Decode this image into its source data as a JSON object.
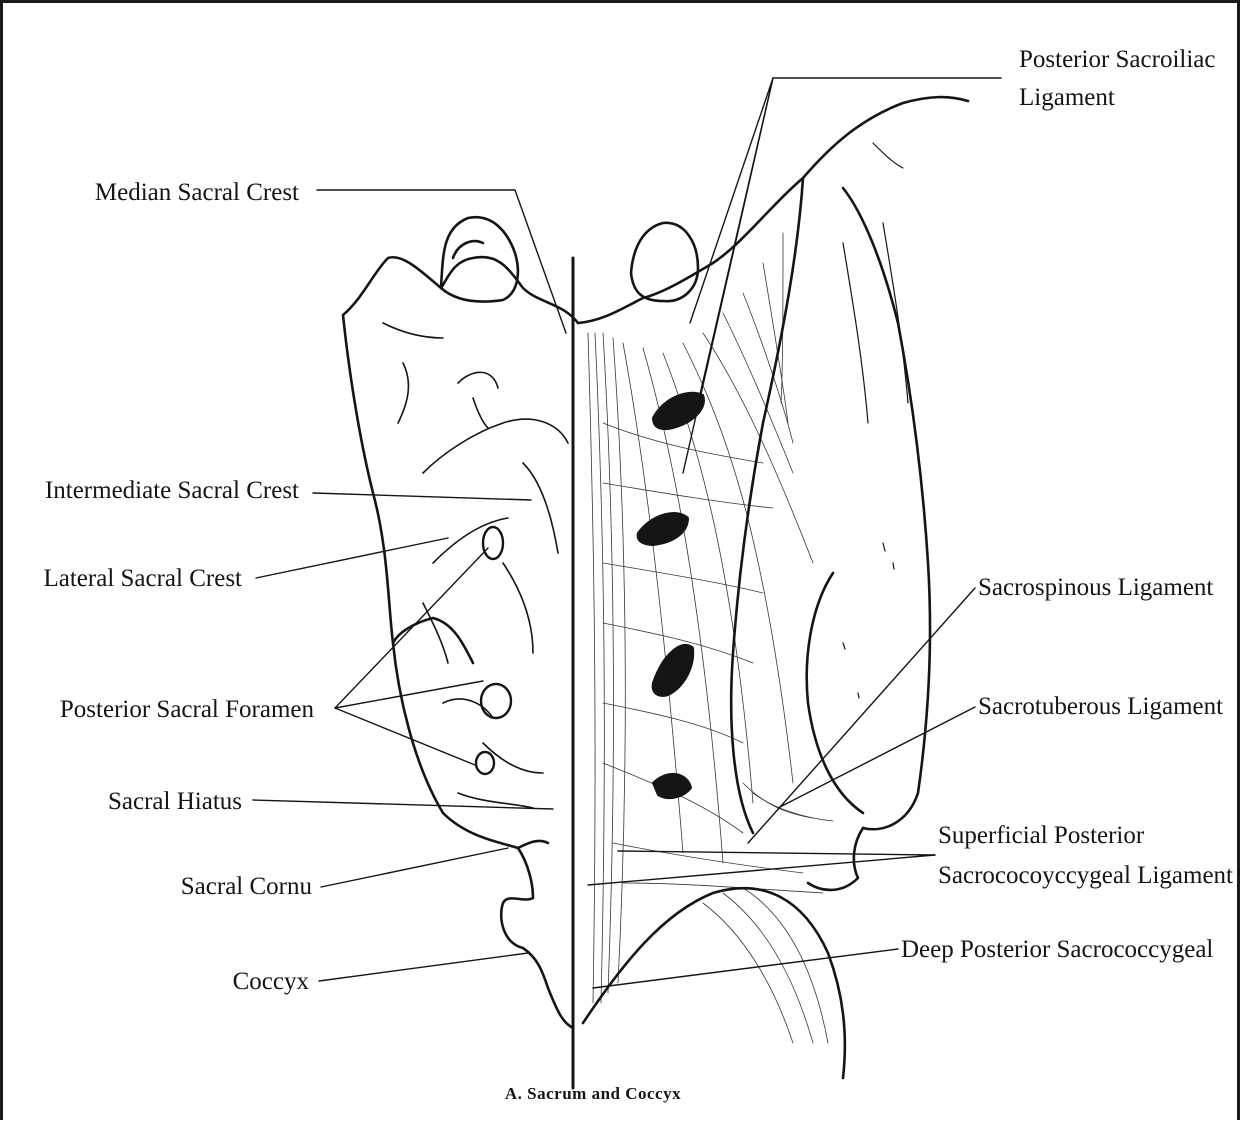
{
  "labels": {
    "posterior_sacroiliac_line1": "Posterior Sacroiliac",
    "posterior_sacroiliac_line2": "Ligament",
    "median_sacral_crest": "Median Sacral Crest",
    "intermediate_sacral_crest": "Intermediate Sacral Crest",
    "lateral_sacral_crest": "Lateral Sacral Crest",
    "posterior_sacral_foramen": "Posterior Sacral Foramen",
    "sacral_hiatus": "Sacral Hiatus",
    "sacral_cornu": "Sacral Cornu",
    "coccyx": "Coccyx",
    "sacrospinous_ligament": "Sacrospinous Ligament",
    "sacrotuberous_ligament": "Sacrotuberous Ligament",
    "superficial_line1": "Superficial Posterior",
    "superficial_line2": "Sacrococoyccygeal Ligament",
    "deep_posterior": "Deep Posterior Sacrococcygeal"
  },
  "caption": "A. Sacrum and Coccyx",
  "colors": {
    "ink": "#151515",
    "background": "#ffffff"
  }
}
